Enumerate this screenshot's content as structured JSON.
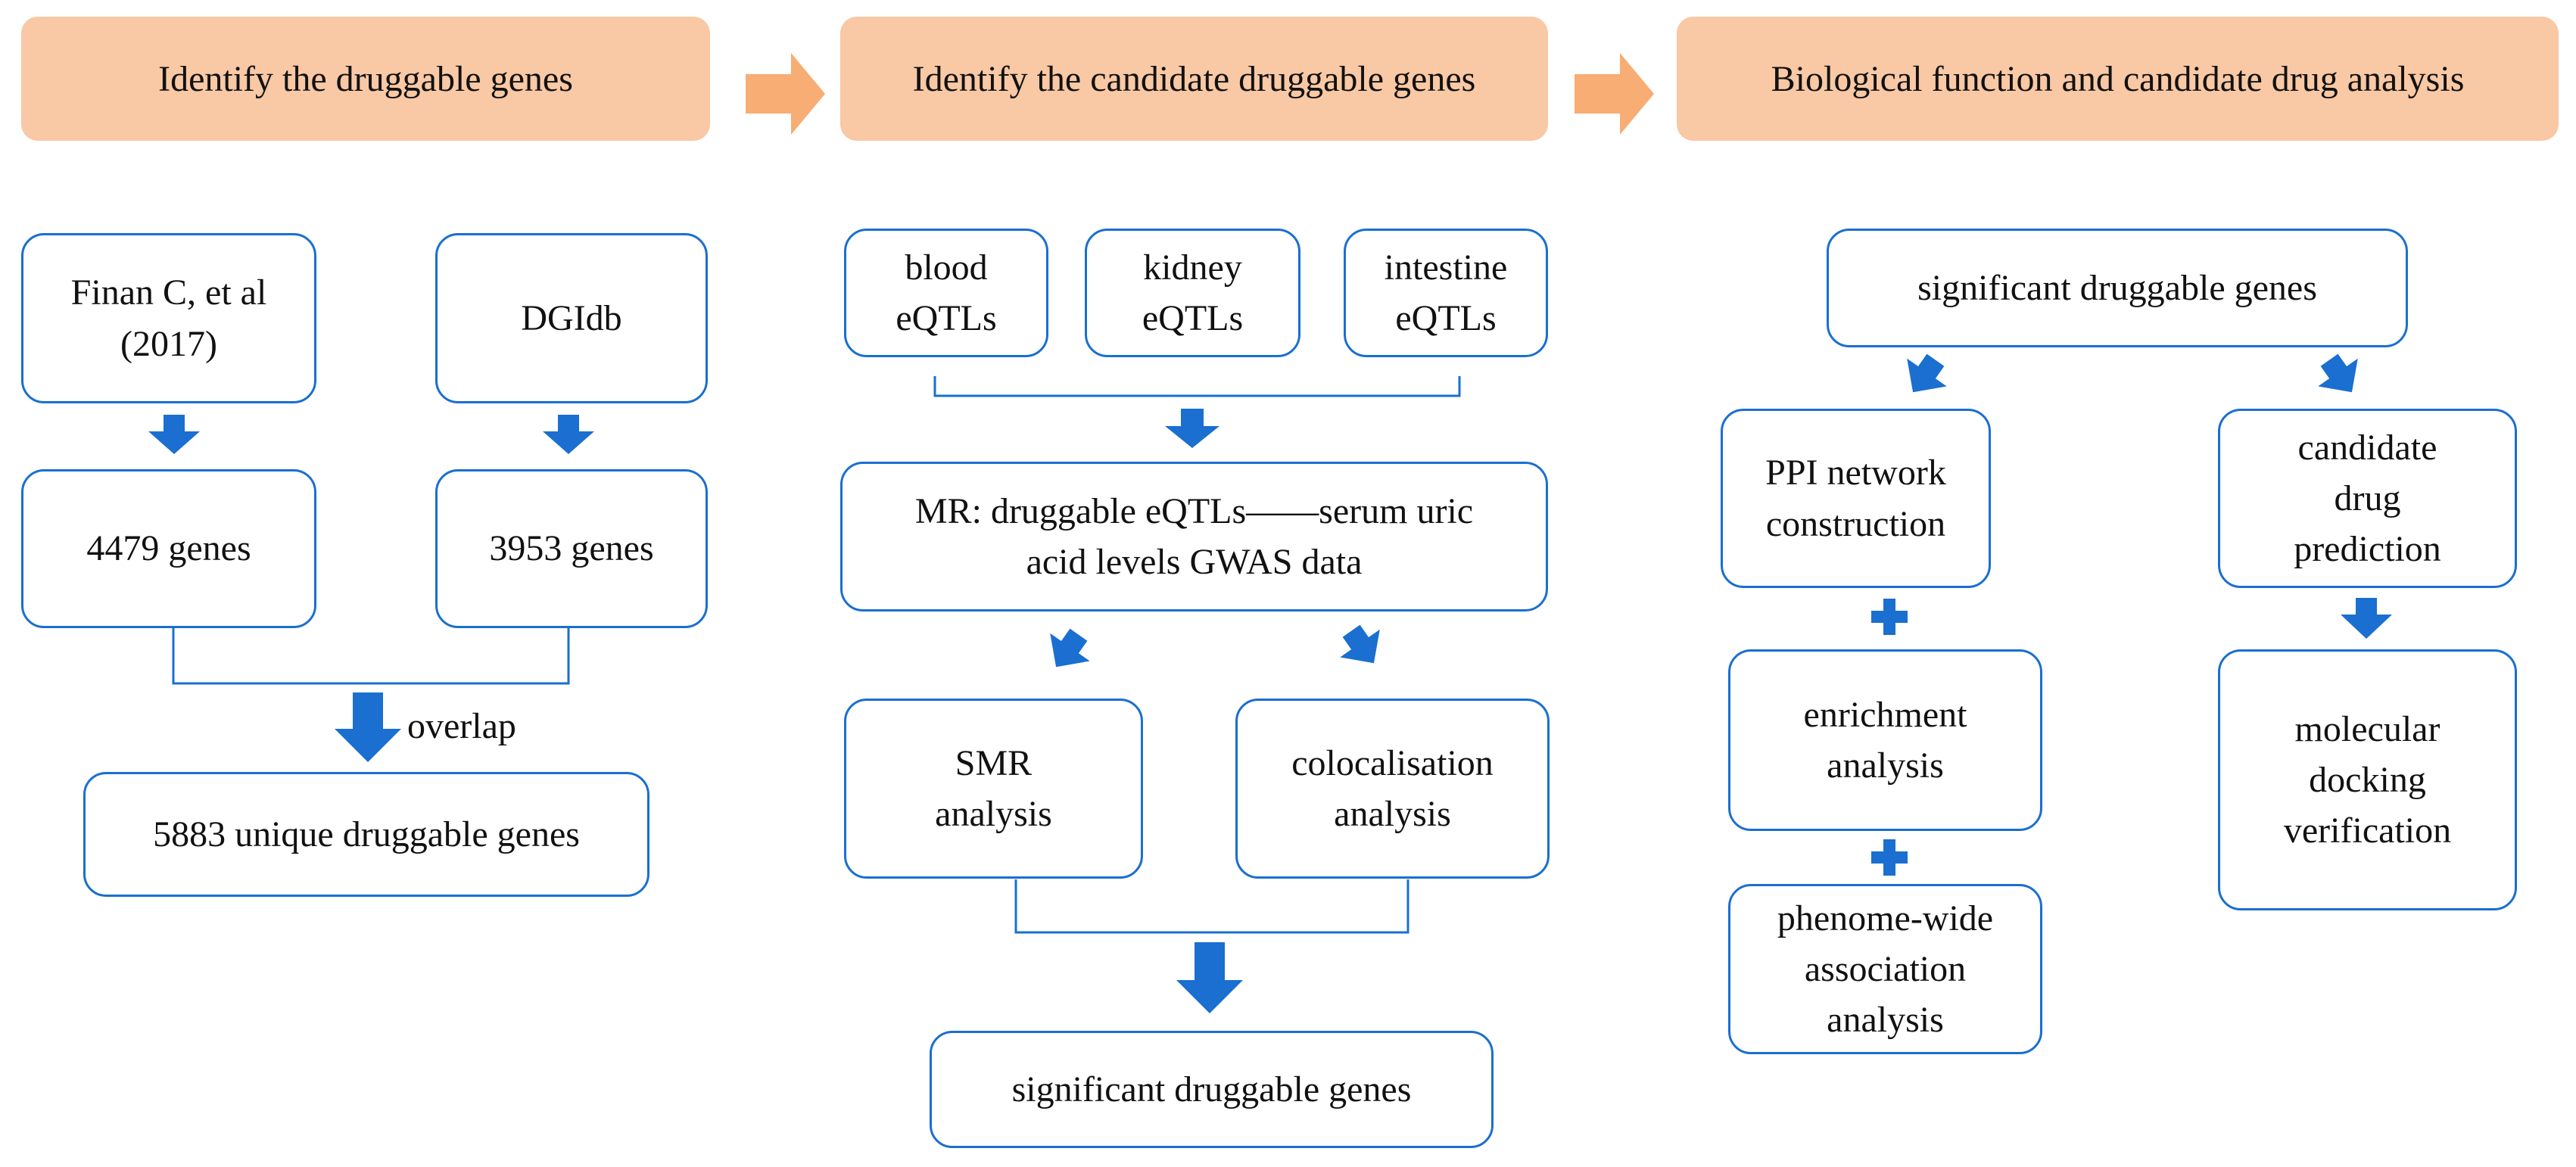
{
  "headers": [
    {
      "label": "Identify the druggable genes"
    },
    {
      "label": "Identify the candidate druggable genes"
    },
    {
      "label": "Biological function and candidate drug analysis"
    }
  ],
  "col1": {
    "finan": "Finan C, et al\n(2017)",
    "dgidb": "DGIdb",
    "genes_a": "4479 genes",
    "genes_b": "3953 genes",
    "overlap": "overlap",
    "unique": "5883 unique druggable genes"
  },
  "col2": {
    "blood": "blood\neQTLs",
    "kidney": "kidney\neQTLs",
    "intestine": "intestine\neQTLs",
    "mr": "MR: druggable eQTLs——serum uric\nacid levels GWAS data",
    "smr": "SMR\nanalysis",
    "coloc": "colocalisation\nanalysis",
    "significant": "significant druggable genes"
  },
  "col3": {
    "significant": "significant druggable genes",
    "ppi": "PPI network\nconstruction",
    "enrichment": "enrichment\nanalysis",
    "phewas": "phenome-wide\nassociation\nanalysis",
    "candidate": "candidate\ndrug\nprediction",
    "docking": "molecular\ndocking\nverification"
  },
  "colors": {
    "header_fill": "#f9c8a4",
    "header_arrow": "#f7ad73",
    "accent_blue": "#1a6fd0"
  }
}
